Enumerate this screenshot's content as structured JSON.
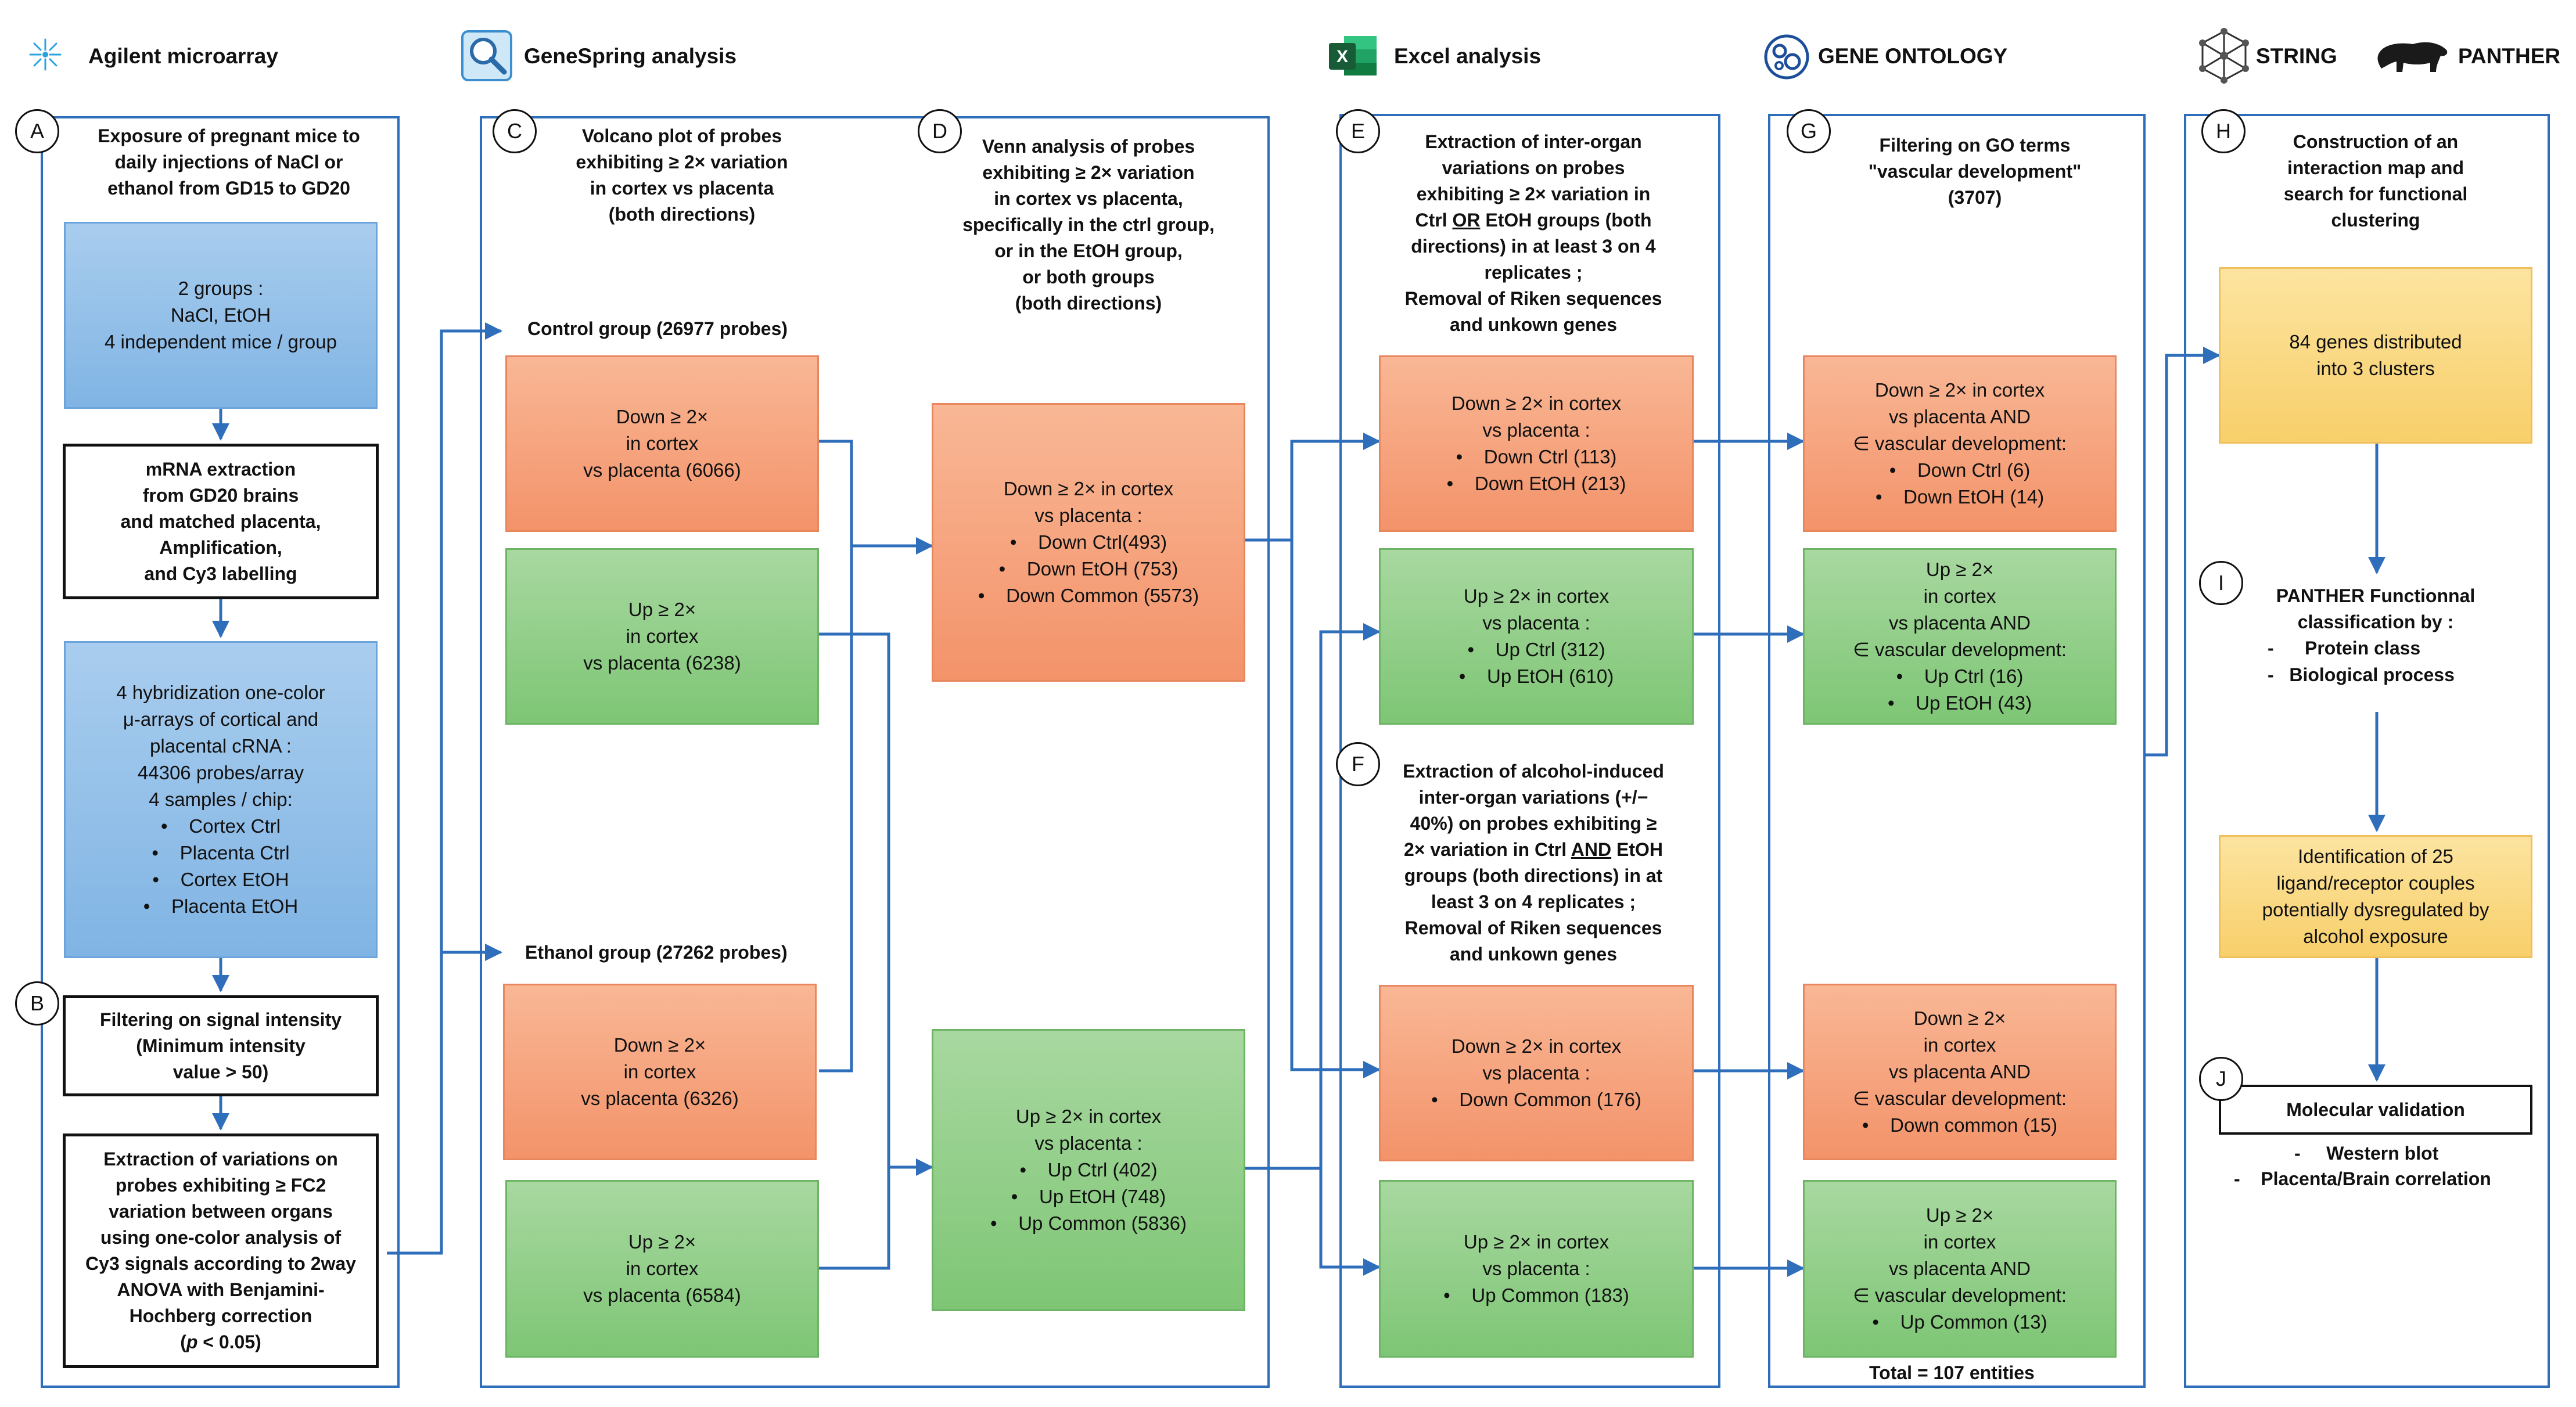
{
  "headers": {
    "agilent": "Agilent microarray",
    "genespring": "GeneSpring analysis",
    "excel": "Excel analysis",
    "go": "GENE ONTOLOGY",
    "string": "STRING",
    "panther": "PANTHER"
  },
  "letters": [
    "A",
    "B",
    "C",
    "D",
    "E",
    "F",
    "G",
    "H",
    "I",
    "J"
  ],
  "col_a": {
    "title_a": "Exposure of pregnant mice to\ndaily injections of NaCl or\nethanol from GD15 to GD20",
    "groups": [
      "2 groups :",
      "NaCl, EtOH",
      "4 independent mice / group"
    ],
    "mrna": [
      "mRNA extraction",
      "from GD20 brains",
      "and matched placenta,",
      "Amplification,",
      "and Cy3 labelling"
    ],
    "hyb_lines": [
      "4 hybridization one-color",
      "μ-arrays of cortical and",
      "placental cRNA :",
      "44306 probes/array",
      "4 samples / chip:"
    ],
    "hyb_bullets": [
      "Cortex Ctrl",
      "Placenta Ctrl",
      "Cortex EtOH",
      "Placenta EtOH"
    ],
    "filter": [
      "Filtering on signal intensity",
      "(Minimum intensity",
      "value > 50)"
    ],
    "extract": [
      "Extraction of variations on",
      "probes exhibiting ≥ FC2",
      "variation between organs",
      "using one-color analysis of",
      "Cy3 signals according to 2way",
      "ANOVA with Benjamini-",
      "Hochberg correction"
    ],
    "extract_p": "p",
    "extract_p_rest": " < 0.05)"
  },
  "col_c": {
    "title": "Volcano plot of probes\nexhibiting ≥ 2× variation\nin cortex vs placenta\n(both directions)",
    "control_label": "Control group (26977 probes)",
    "ethanol_label": "Ethanol group (27262 probes)",
    "ctrl_down": [
      "Down ≥ 2×",
      "in cortex",
      "vs placenta (6066)"
    ],
    "ctrl_up": [
      "Up ≥ 2×",
      "in cortex",
      "vs placenta (6238)"
    ],
    "etoh_down": [
      "Down ≥ 2×",
      "in cortex",
      "vs placenta (6326)"
    ],
    "etoh_up": [
      "Up ≥ 2×",
      "in cortex",
      "vs placenta (6584)"
    ]
  },
  "col_d": {
    "title": "Venn analysis of probes\nexhibiting ≥ 2× variation\nin cortex vs placenta,\nspecifically in the ctrl group,\nor in the EtOH group,\nor both groups\n(both directions)",
    "down_head": [
      "Down ≥ 2× in cortex",
      "vs placenta :"
    ],
    "down_bullets": [
      "Down Ctrl(493)",
      "Down EtOH (753)",
      "Down Common (5573)"
    ],
    "up_head": [
      "Up  ≥ 2× in cortex",
      "vs placenta :"
    ],
    "up_bullets": [
      "Up Ctrl (402)",
      "Up EtOH (748)",
      "Up Common (5836)"
    ]
  },
  "col_e": {
    "title_pre": "Extraction of inter-organ\nvariations on probes\nexhibiting ≥  2× variation in\nCtrl ",
    "title_or": "OR",
    "title_post": " EtOH groups (both\ndirections) in at least 3 on 4\nreplicates ;\nRemoval of Riken sequences\nand unkown genes",
    "down_head": [
      "Down ≥ 2× in cortex",
      "vs placenta :"
    ],
    "down_bullets": [
      "Down Ctrl (113)",
      "Down EtOH (213)"
    ],
    "up_head": [
      "Up ≥ 2× in cortex",
      "vs placenta :"
    ],
    "up_bullets": [
      "Up Ctrl (312)",
      "Up EtOH (610)"
    ]
  },
  "col_f": {
    "title_pre": "Extraction of alcohol-induced\ninter-organ variations (+/−\n40%) on probes exhibiting ≥\n2× variation in Ctrl ",
    "title_and": "AND",
    "title_post": " EtOH\ngroups (both directions) in at\nleast 3 on 4 replicates ;\nRemoval of Riken sequences\nand unkown genes",
    "down_head": [
      "Down ≥ 2× in cortex",
      "vs placenta :"
    ],
    "down_bullets": [
      "Down Common (176)"
    ],
    "up_head": [
      "Up ≥ 2× in cortex",
      "vs placenta :"
    ],
    "up_bullets": [
      "Up Common (183)"
    ]
  },
  "col_g": {
    "title": "Filtering on GO terms\n\"vascular development\"\n(3707)",
    "b1_head": [
      "Down ≥ 2× in cortex",
      "vs placenta AND",
      "∈ vascular development:"
    ],
    "b1_bullets": [
      "Down Ctrl (6)",
      "Down EtOH (14)"
    ],
    "b2_head": [
      "Up ≥ 2×",
      "in cortex",
      "vs placenta AND",
      "∈ vascular development:"
    ],
    "b2_bullets": [
      "Up Ctrl (16)",
      "Up EtOH  (43)"
    ],
    "b3_head": [
      "Down ≥ 2×",
      "in cortex",
      "vs placenta AND",
      "∈ vascular development:"
    ],
    "b3_bullets": [
      "Down common (15)"
    ],
    "b4_head": [
      "Up ≥ 2×",
      "in cortex",
      "vs placenta AND",
      "∈ vascular development:"
    ],
    "b4_bullets": [
      "Up Common (13)"
    ],
    "total": "Total = 107 entities"
  },
  "col_h": {
    "title": "Construction of an\ninteraction map and\nsearch for functional\nclustering",
    "genes": [
      "84 genes distributed",
      "into 3 clusters"
    ],
    "panther_title": "PANTHER Functionnal\nclassification by :",
    "panther_items": [
      "Protein class",
      "Biological process"
    ],
    "ident": [
      "Identification of 25",
      "ligand/receptor couples",
      "potentially dysregulated by",
      "alcohol exposure"
    ],
    "molecular": "Molecular validation",
    "validation_items": [
      "Western blot",
      "Placenta/Brain correlation"
    ]
  },
  "colors": {
    "panel_border": "#2f6eba",
    "arrow": "#2f6eba",
    "blue_box": "#8fbfe8",
    "salmon_box": "#f5a27c",
    "green_box": "#8fd086",
    "yellow_box": "#f9d57a"
  },
  "icons": [
    "agilent-spark-icon",
    "genespring-magnifier-icon",
    "excel-icon",
    "gene-ontology-icon",
    "string-network-icon",
    "panther-animal-icon"
  ]
}
